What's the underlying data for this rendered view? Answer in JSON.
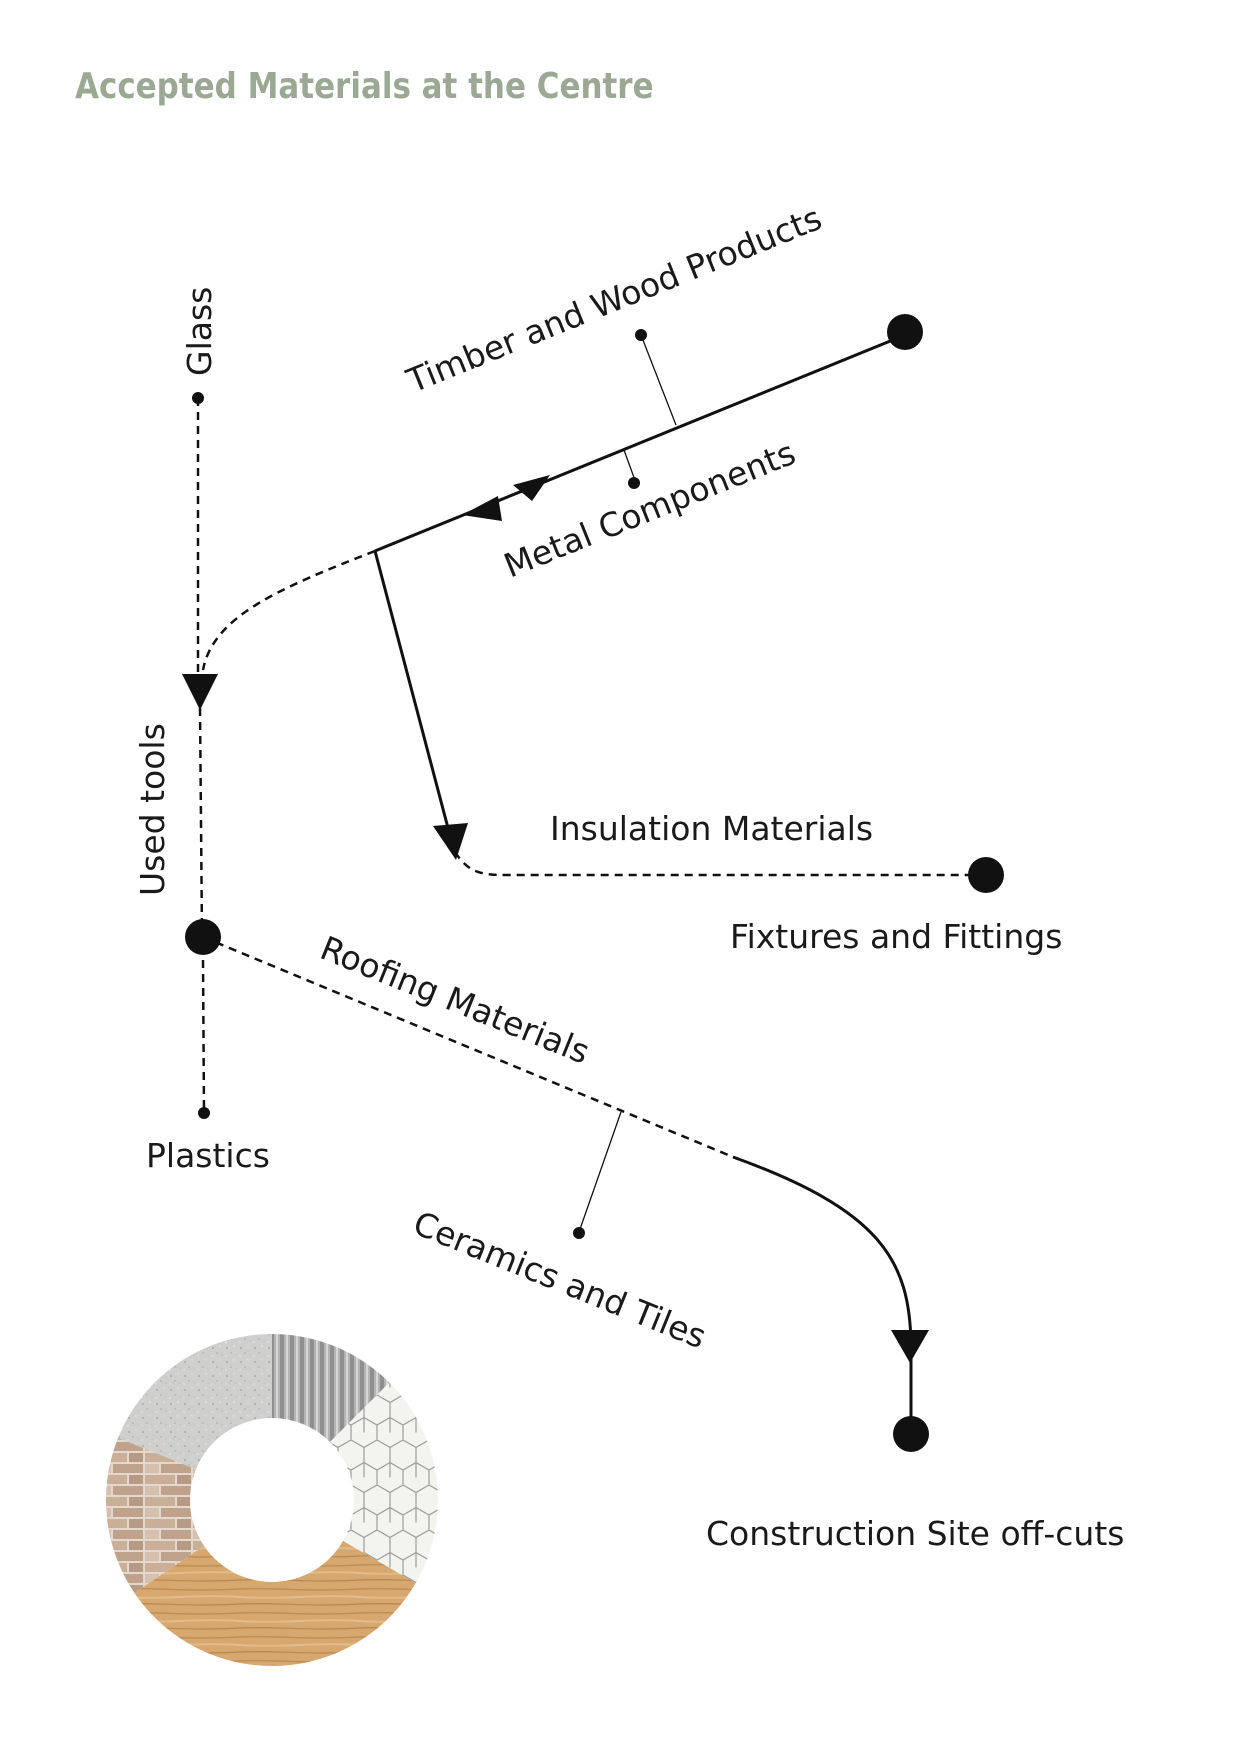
{
  "title": "Accepted Materials at the Centre",
  "labels": {
    "timber": "Timber and Wood Products",
    "metal": "Metal Components",
    "glass": "Glass",
    "used_tools": "Used tools",
    "insulation": "Insulation Materials",
    "fixtures": "Fixtures and Fittings",
    "roofing": "Roofing Materials",
    "plastics": "Plastics",
    "ceramics": "Ceramics and Tiles",
    "offcuts": "Construction Site off-cuts"
  },
  "colors": {
    "title": "#9aa894",
    "ink": "#111111",
    "ring_concrete": "#cfcfcd",
    "ring_metal_sheet": "#a9a9a9",
    "ring_hex_tile": "#f2f2ef",
    "ring_timber": "#d3a46c",
    "ring_brick": "#c7ad98"
  },
  "ring_segments": [
    {
      "name": "concrete",
      "pattern": "speckle"
    },
    {
      "name": "corrugated-metal",
      "pattern": "stripes"
    },
    {
      "name": "hexagon-tiles",
      "pattern": "hex"
    },
    {
      "name": "timber",
      "pattern": "woodgrain"
    },
    {
      "name": "brick",
      "pattern": "brick"
    }
  ]
}
